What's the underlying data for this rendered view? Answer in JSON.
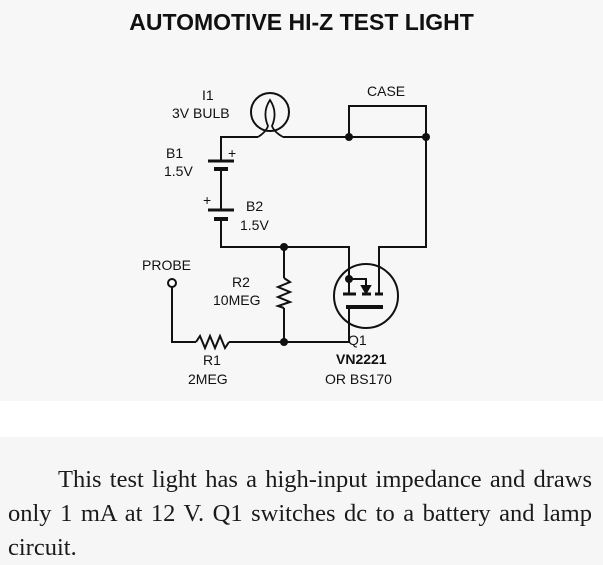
{
  "title": "AUTOMOTIVE HI-Z TEST LIGHT",
  "labels": {
    "i1": "I1",
    "bulb": "3V BULB",
    "case": "CASE",
    "b1": "B1",
    "b1_value": "1.5V",
    "b2": "B2",
    "b2_value": "1.5V",
    "probe": "PROBE",
    "r2": "R2",
    "r2_value": "10MEG",
    "r1": "R1",
    "r1_value": "2MEG",
    "q1": "Q1",
    "q1_part": "VN2221",
    "q1_alt": "OR BS170",
    "plus": "+"
  },
  "caption": "This test light has a high-input impedance and draws only 1 mA at 12 V. Q1 switches dc to a battery and lamp circuit."
}
